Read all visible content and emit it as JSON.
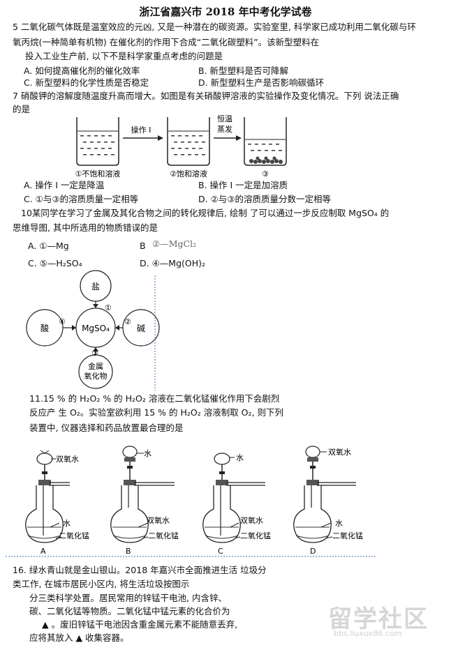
{
  "title": "浙江省嘉兴市 2018 年中考化学试卷",
  "q5": {
    "line1": "5 二氧化碳气体既是温室效应的元凶, 又是一种潜在的碳资源。实验室里, 科学家已成功利用二氧化碳与环",
    "line2": "氧丙烷(一种简单有机物) 在催化剂的作用下合成“二氧化碳塑料”。该新型塑料在",
    "line3": "投入工业生产前, 以下不是科学家重点考虑的问题是",
    "optA": "A. 如何提高催化剂的催化效率",
    "optB": "B. 新型塑料是否可降解",
    "optC": "C. 新型塑料的化学性质是否稳定",
    "optD": "D. 新型塑料生产是否影响碳循环"
  },
  "q7": {
    "line1": "7 硝酸钾的溶解度随温度升高而增大。如图是有关硝酸钾溶液的实验操作及变化情况。下列 说法正确",
    "line2": "的是",
    "beaker1": "①不饱和溶液",
    "beaker2": "②饱和溶液",
    "beaker3": "③",
    "arrow1": "操作 I",
    "arrow2a": "恒温",
    "arrow2b": "蒸发",
    "optA": "A. 操作 I 一定是降温",
    "optB": "B. 操作 I 一定是加溶质",
    "optC": "C. ①与③的溶质质量一定相等",
    "optD": "D. ②与③的溶质质量分数一定相等"
  },
  "q10": {
    "line1": "10某同学在学习了金属及其化合物之间的转化规律后, 绘制 了可以通过一步反应制取 MgSO₄ 的",
    "line2": "思维导图, 其中所选用的物质错误的是",
    "optA": "A. ①—Mg",
    "optB_letter": "B",
    "optB": "②—MgCl₂",
    "optC": "C. ⑤—H₂SO₄",
    "optD": "D. ④—Mg(OH)₂",
    "center": "MgSO₄",
    "top": "盐",
    "left": "酸",
    "right": "碱",
    "bottom1": "金属",
    "bottom2": "氧化物",
    "n1": "①",
    "n2": "②",
    "n3": "③",
    "n4": "④"
  },
  "q11": {
    "line1": "11.15 % 的 H₂O₂ % 的 H₂O₂ 溶液在二氧化锰催化作用下会剧烈",
    "line2": "反应产 生 O₂。实验室欲利用 15 % 的 H₂O₂ 溶液制取 O₂, 则下列",
    "line3": "装置中, 仪器选择和药品放置最合理的是",
    "appA": {
      "top": "双氧水",
      "mid": "水",
      "bottom": "二氧化锰",
      "letter": "A"
    },
    "appB": {
      "top": "水",
      "mid": "双氧水",
      "bottom": "二氧化锰",
      "letter": "B"
    },
    "appC": {
      "top": "水",
      "mid": "双氧水",
      "bottom": "二氧化锰",
      "letter": "C"
    },
    "appD": {
      "top": "双氧水",
      "mid": "水",
      "bottom": "二氧化锰",
      "letter": "D"
    }
  },
  "q16": {
    "line1": "16.  绿水青山就是金山银山。2018  年嘉兴市全面推进生活  垃圾分",
    "line2": "类工作, 在城市居民小区内, 将生活垃圾按图示",
    "line3": "分三类科学处置。居民常用的锌锰干电池, 内含锌、",
    "line4": "碳、二氧化锰等物质。二氧化锰中锰元素的化合价为",
    "line5": "▲ 。废旧锌锰干电池因含重金属元素不能随意丢弃,",
    "line6": "应将其放入 ▲ 收集容器。"
  },
  "watermark": {
    "main": "留学社区",
    "sub": "bbs.liuxue86.com"
  }
}
